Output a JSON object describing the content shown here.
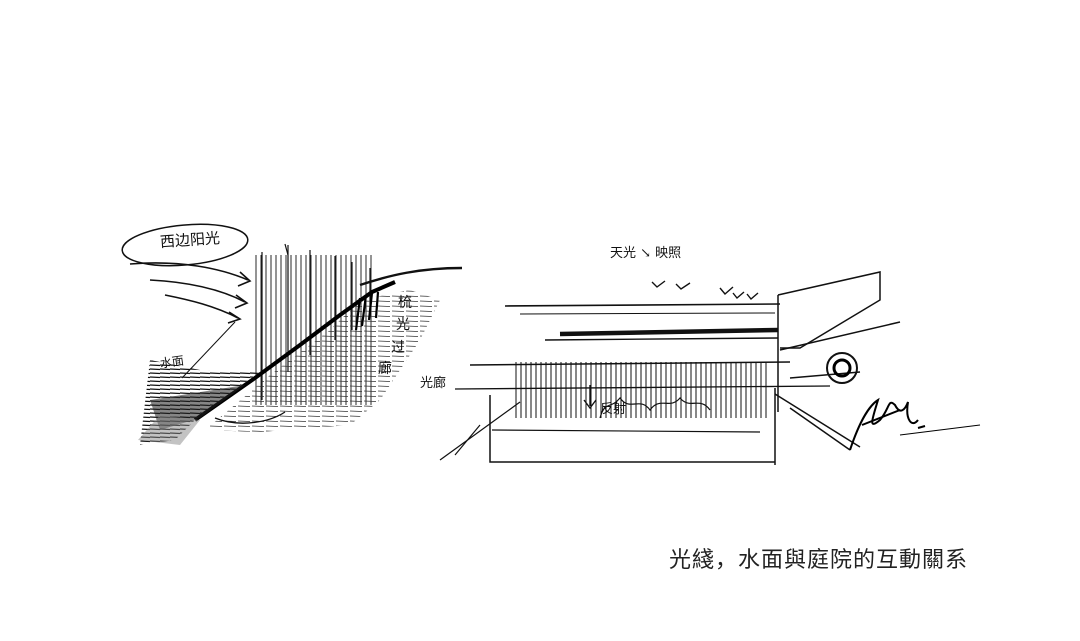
{
  "sketch": {
    "labels": {
      "west_light": "西边阳光",
      "water": "水面",
      "vertical_1": "梳",
      "vertical_2": "光",
      "vertical_3": "过",
      "vertical_4": "廊",
      "corridor": "光廊",
      "sky_reflection": "天光 ↘ 映照",
      "reflection": "反射"
    }
  },
  "caption": "光綫，水面與庭院的互動關系",
  "colors": {
    "background": "#ffffff",
    "ink": "#111111",
    "caption": "#222222"
  }
}
